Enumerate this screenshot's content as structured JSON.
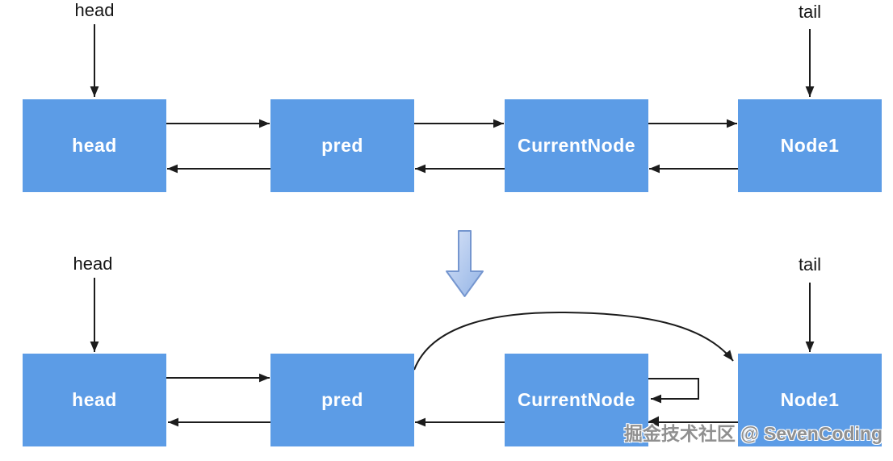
{
  "theme": {
    "canvas-bg": "#ffffff",
    "node-fill": "#5c9ce6",
    "node-text-color": "#ffffff",
    "edge-color": "#1c1c1c",
    "pointer-label-color": "#161616",
    "big-arrow-light": "#d7e2f7",
    "big-arrow-dark": "#93b4e6",
    "big-arrow-border": "#7596cf",
    "watermark-color": "#909090"
  },
  "before": {
    "head_pointer": "head",
    "tail_pointer": "tail",
    "nodes": [
      "head",
      "pred",
      "CurrentNode",
      "Node1"
    ]
  },
  "after": {
    "head_pointer": "head",
    "tail_pointer": "tail",
    "nodes": [
      "head",
      "pred",
      "CurrentNode",
      "Node1"
    ]
  },
  "watermark": "掘金技术社区 @ SevenCoding"
}
